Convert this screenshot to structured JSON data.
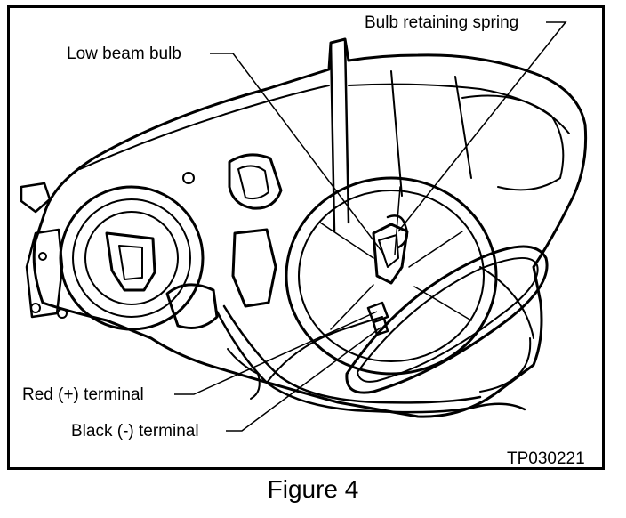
{
  "labels": {
    "bulb_retaining_spring": "Bulb retaining spring",
    "low_beam_bulb": "Low beam bulb",
    "red_terminal": "Red (+) terminal",
    "black_terminal": "Black (-) terminal",
    "figure_code": "TP030221"
  },
  "caption": "Figure 4"
}
